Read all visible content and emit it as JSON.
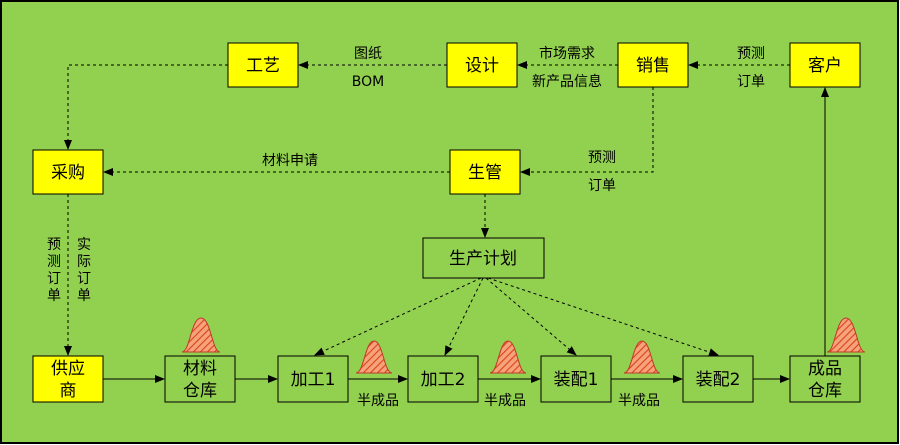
{
  "colors": {
    "background": "#92d050",
    "border": "#000000",
    "highlight_box": "#ffff00",
    "inventory_pile": "#e8561e"
  },
  "nodes": {
    "gongyi": "工艺",
    "sheji": "设计",
    "xiaoshou": "销售",
    "kehu": "客户",
    "caigou": "采购",
    "shengguan": "生管",
    "shengchan_jihua": "生产计划",
    "gongying_shang": [
      "供应",
      "商"
    ],
    "cailiao_cangku": [
      "材料",
      "仓库"
    ],
    "jiagong1": "加工1",
    "jiagong2": "加工2",
    "zhuangpei1": "装配1",
    "zhuangpei2": "装配2",
    "chengpin_cangku": [
      "成品",
      "仓库"
    ]
  },
  "labels": {
    "tuzhi": "图纸",
    "bom": "BOM",
    "shichang_xuqiu": "市场需求",
    "xin_chanpin_xinxi": "新产品信息",
    "yuce_top": "预测",
    "dingdan_top": "订单",
    "cailiao_shenqing": "材料申请",
    "yuce_mid": "预测",
    "dingdan_mid": "订单",
    "yuce_dingdan_vertical": [
      "预",
      "测",
      "订",
      "单"
    ],
    "shiji_dingdan_vertical": [
      "实",
      "际",
      "订",
      "单"
    ],
    "banchengpin_1": "半成品",
    "banchengpin_2": "半成品",
    "banchengpin_3": "半成品"
  }
}
